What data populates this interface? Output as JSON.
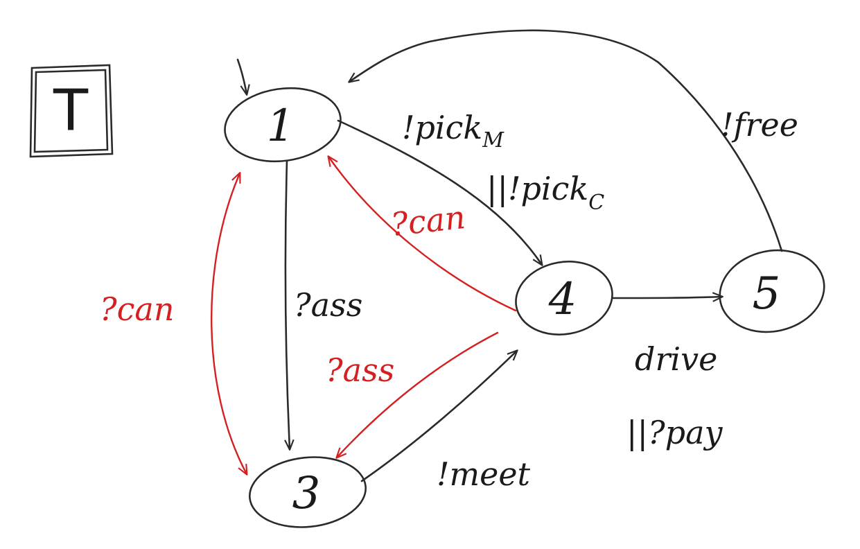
{
  "diagram": {
    "title": "T",
    "states": [
      {
        "id": "1",
        "label": "1"
      },
      {
        "id": "3",
        "label": "3"
      },
      {
        "id": "4",
        "label": "4"
      },
      {
        "id": "5",
        "label": "5"
      }
    ],
    "transitions": [
      {
        "id": "t-1-4",
        "label": "!pick",
        "sub": "M",
        "label2": "||!pick",
        "sub2": "C",
        "color": "#1a1a1a"
      },
      {
        "id": "t-1-3",
        "label": "?ass",
        "color": "#1a1a1a"
      },
      {
        "id": "t-3-4",
        "label": "!meet",
        "color": "#1a1a1a"
      },
      {
        "id": "t-4-5",
        "label": "drive",
        "label2": "||?pay",
        "color": "#1a1a1a"
      },
      {
        "id": "t-5-1",
        "label": "!free",
        "color": "#1a1a1a"
      },
      {
        "id": "t-red-4-1",
        "label": "?can",
        "color": "#d42020"
      },
      {
        "id": "t-red-4-3",
        "label": "?ass",
        "color": "#d42020"
      },
      {
        "id": "t-red-3-1",
        "label": "?can",
        "color": "#d42020"
      }
    ]
  }
}
